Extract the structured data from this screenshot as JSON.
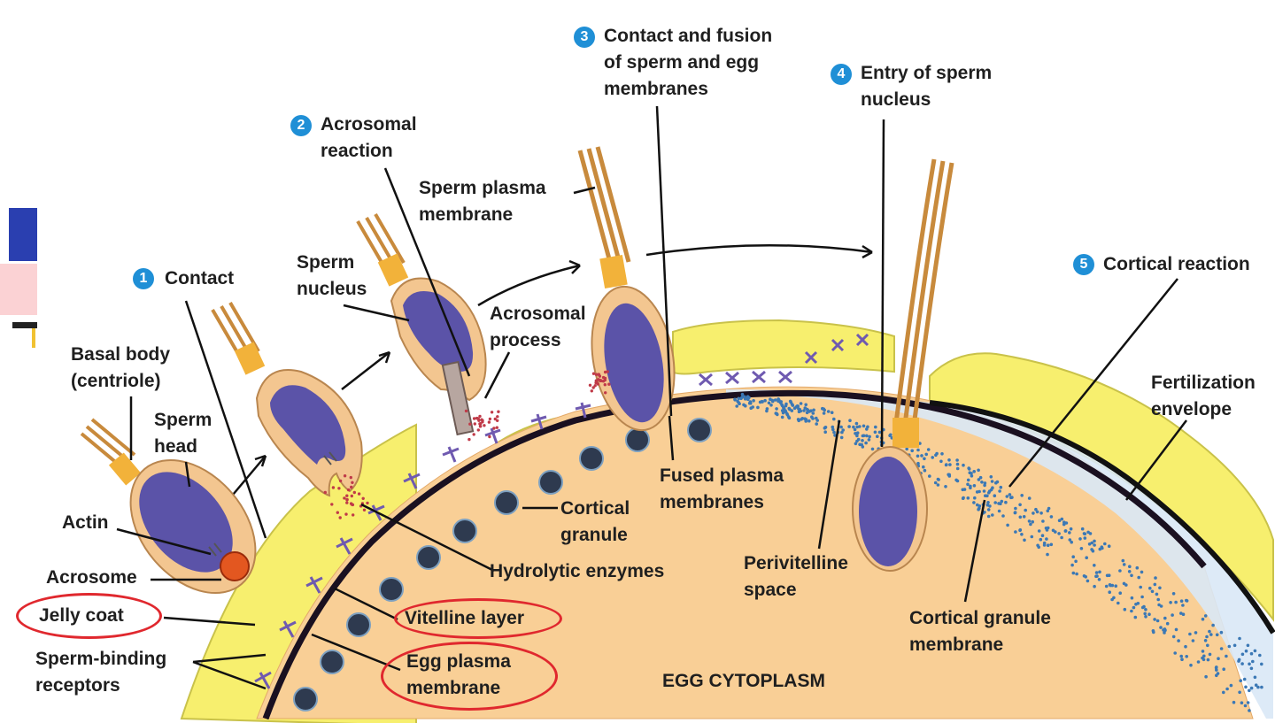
{
  "colors": {
    "jelly": "#f7ef6e",
    "cytoplasm": "#f9cf96",
    "membrane": "#111111",
    "nucleus": "#5b53a8",
    "sperm_body": "#f3c690",
    "step_badge": "#1f8fd6",
    "highlight_ring": "#e0282e",
    "granule": "#2e3a4f",
    "perivitelline_dots": "#3b78b5"
  },
  "steps": [
    {
      "number": "1",
      "label": "Contact"
    },
    {
      "number": "2",
      "label_lines": [
        "Acrosomal",
        "reaction"
      ]
    },
    {
      "number": "3",
      "label_lines": [
        "Contact and fusion",
        "of sperm and egg",
        "membranes"
      ]
    },
    {
      "number": "4",
      "label_lines": [
        "Entry of sperm",
        "nucleus"
      ]
    },
    {
      "number": "5",
      "label": "Cortical reaction"
    }
  ],
  "labels": {
    "basal_body": [
      "Basal body",
      "(centriole)"
    ],
    "sperm_head": [
      "Sperm",
      "head"
    ],
    "actin": "Actin",
    "acrosome": "Acrosome",
    "jelly_coat": "Jelly coat",
    "sperm_binding_receptors": [
      "Sperm-binding",
      "receptors"
    ],
    "sperm_nucleus": [
      "Sperm",
      "nucleus"
    ],
    "acrosomal_process": [
      "Acrosomal",
      "process"
    ],
    "sperm_plasma_membrane": [
      "Sperm plasma",
      "membrane"
    ],
    "cortical_granule": [
      "Cortical",
      "granule"
    ],
    "hydrolytic_enzymes": "Hydrolytic enzymes",
    "vitelline_layer": "Vitelline layer",
    "egg_plasma_membrane": [
      "Egg plasma",
      "membrane"
    ],
    "fused_plasma_membranes": [
      "Fused plasma",
      "membranes"
    ],
    "perivitelline_space": [
      "Perivitelline",
      "space"
    ],
    "egg_cytoplasm": "EGG CYTOPLASM",
    "cortical_granule_membrane": [
      "Cortical granule",
      "membrane"
    ],
    "fertilization_envelope": [
      "Fertilization",
      "envelope"
    ]
  }
}
